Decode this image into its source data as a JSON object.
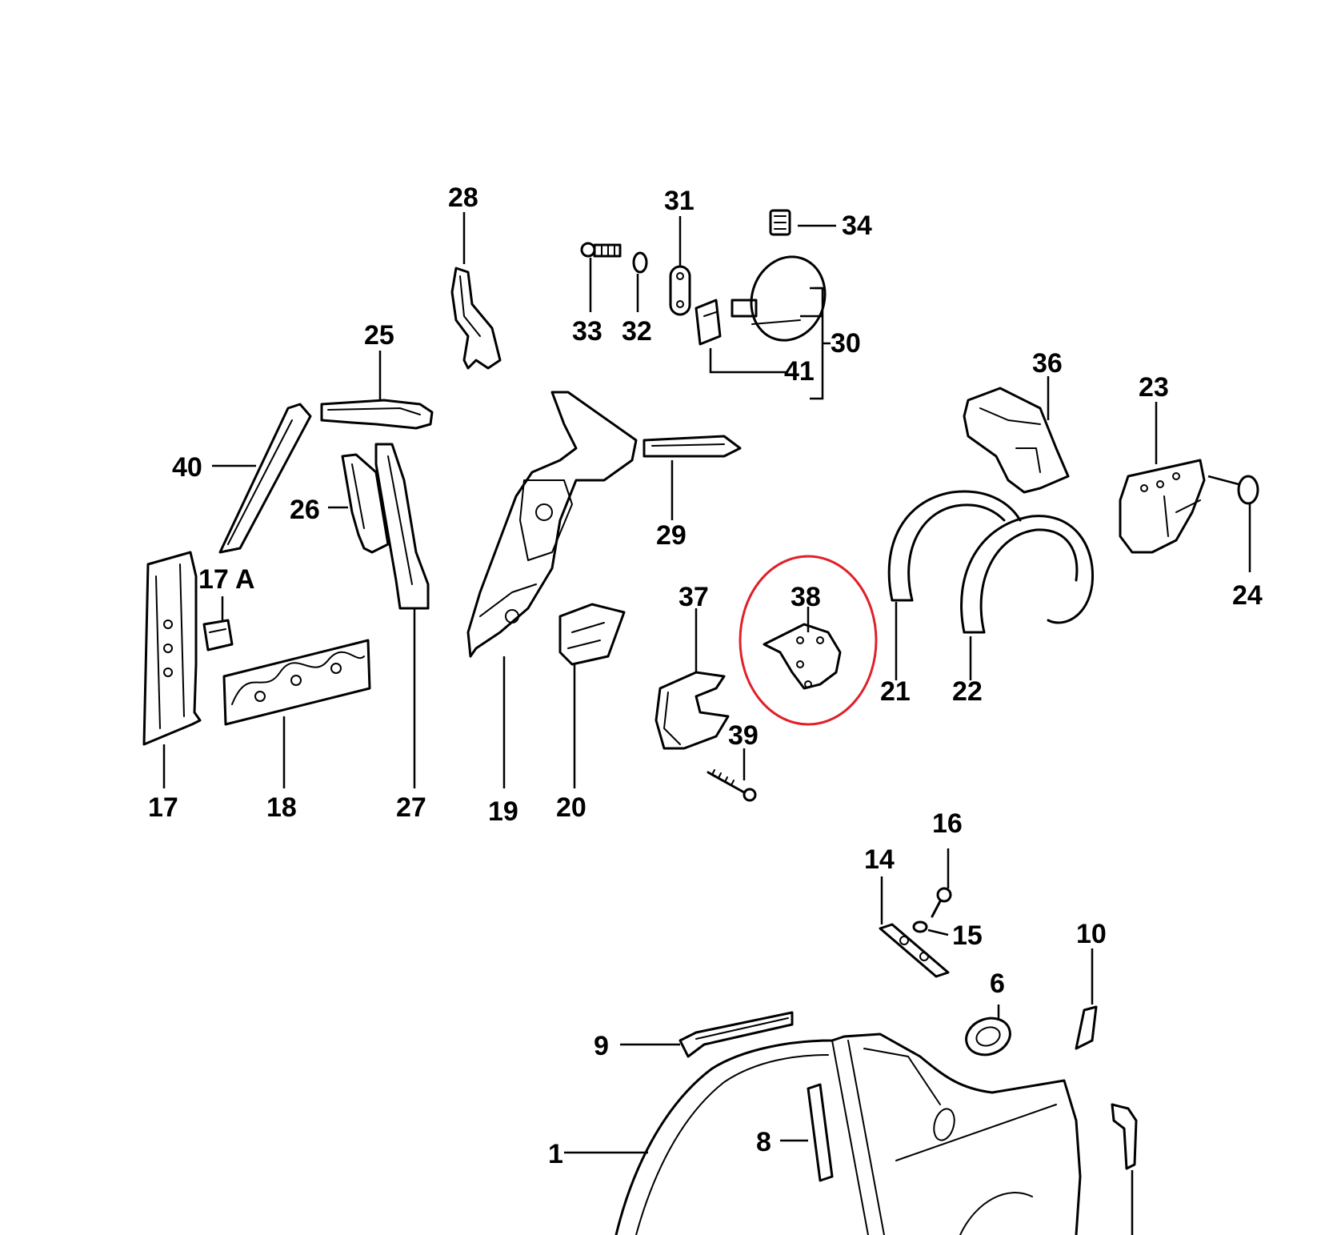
{
  "diagram": {
    "labels": {
      "p1": "1",
      "p6": "6",
      "p8": "8",
      "p9": "9",
      "p10": "10",
      "p14": "14",
      "p15": "15",
      "p16": "16",
      "p17": "17",
      "p17a": "17 A",
      "p18": "18",
      "p19": "19",
      "p20": "20",
      "p21": "21",
      "p22": "22",
      "p23": "23",
      "p24": "24",
      "p25": "25",
      "p26": "26",
      "p27": "27",
      "p28": "28",
      "p29": "29",
      "p30": "30",
      "p31": "31",
      "p32": "32",
      "p33": "33",
      "p34": "34",
      "p36": "36",
      "p37": "37",
      "p38": "38",
      "p39": "39",
      "p40": "40",
      "p41": "41"
    },
    "highlight_color": "#e0202a"
  }
}
